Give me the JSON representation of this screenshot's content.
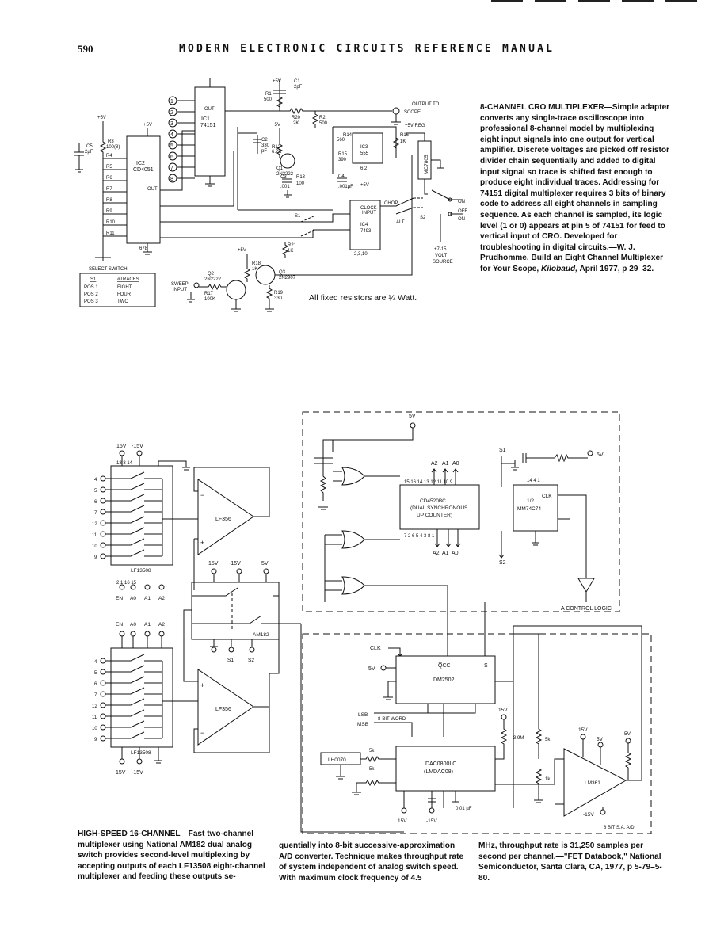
{
  "page": {
    "number": "590",
    "header": "MODERN ELECTRONIC CIRCUITS REFERENCE MANUAL"
  },
  "circuit1": {
    "note": "All fixed resistors are ¼ Watt.",
    "caption_title": "8-CHANNEL CRO MULTIPLEXER—",
    "caption_body": "Simple adapter converts any single-trace oscilloscope into professional 8-channel model by multiplexing eight input signals into one output for vertical amplifier. Discrete voltages are picked off resistor divider chain sequentially and added to digital input signal so trace is shifted fast enough to produce eight individual traces. Addressing for 74151 digital multiplexer requires 3 bits of binary code to address all eight channels in sampling sequence. As each channel is sampled, its logic level (1 or 0) appears at pin 5 of 74151 for feed to vertical input of CRO. Developed for troubleshooting in digital circuits.—W. J. Prudhomme, Build an Eight Channel Multiplexer for Your Scope, ",
    "caption_source": "Kilobaud,",
    "caption_tail": " April 1977, p 29–32.",
    "labels": {
      "v5": "+5V",
      "c1": "C1",
      "c1v": "2pF",
      "r1": "R1",
      "r1v": "500",
      "r20": "R20",
      "r20v": "2K",
      "r2": "R2",
      "r2v": "500",
      "out_scope1": "OUTPUT TO",
      "out_scope2": "SCOPE",
      "ic1": "IC1",
      "ic1p": "74151",
      "out": "OUT",
      "c2": "C2",
      "c2v": "330",
      "c2u": "pF",
      "r12": "R12",
      "r12v": "6.2K",
      "q1": "Q1",
      "q1p": "2N2222",
      "c3": "C3",
      "c3v": ".001",
      "r13": "R13",
      "r13v": "100",
      "r14": "R14",
      "r14v": "560",
      "r15": "R15",
      "r15v": "390",
      "ic3": "IC3",
      "ic3p": "555",
      "r16": "R16",
      "r16v": "1K",
      "c4": "C4",
      "c4v": ".001µF",
      "v5reg": "+5V REG",
      "reg": "MC7805",
      "c5": "C5",
      "c5v": "2µF",
      "r3": "R3",
      "r3v": "100(8)",
      "ic2": "IC2",
      "ic2p": "CD4051",
      "r4": "R4",
      "r5": "R5",
      "r6": "R6",
      "r7": "R7",
      "r8": "R8",
      "r9": "R9",
      "r10": "R10",
      "r11": "R11",
      "clk1": "CLOCK",
      "clk2": "INPUT",
      "ic4": "IC4",
      "ic4p": "7493",
      "chop": "CHOP",
      "alt": "ALT",
      "s2": "S2",
      "s1": "S1",
      "on": "ON",
      "off": "OFF",
      "src1": "+7-15",
      "src2": "VOLT",
      "src3": "SOURCE",
      "r18": "R18",
      "r18v": "1K",
      "r21": "R21",
      "r21v": "1K",
      "q2": "Q2",
      "q2p": "2N2222",
      "q3": "Q3",
      "q3p": "2N2907",
      "sweep1": "SWEEP",
      "sweep2": "INPUT",
      "r17": "R17",
      "r17v": "100K",
      "r19": "R19",
      "r19v": "330",
      "ch_inputs": [
        "1",
        "2",
        "3",
        "4",
        "5",
        "6",
        "7",
        "8"
      ],
      "pins": [
        "678",
        "2,3,10",
        "6,2"
      ]
    },
    "select_switch": {
      "title": "SELECT SWITCH",
      "headers": [
        "S1",
        "#TRACES"
      ],
      "rows": [
        [
          "POS 1",
          "EIGHT"
        ],
        [
          "POS 2",
          "FOUR"
        ],
        [
          "POS 3",
          "TWO"
        ]
      ]
    }
  },
  "circuit2": {
    "caption_title": "HIGH-SPEED 16-CHANNEL—",
    "caption_a": "Fast two-channel multiplexer using National AM182 dual analog switch provides second-level multiplexing by accepting outputs of each LF13508 eight-channel multiplexer and feeding these outputs se-",
    "caption_b": "quentially into 8-bit successive-approximation A/D converter. Technique makes throughput rate of system independent of analog switch speed. With maximum clock frequency of 4.5",
    "caption_c": "MHz, throughput rate is 31,250 samples per second per channel.—\"FET Databook,\" National Semiconductor, Santa Clara, CA, 1977, p 5-79–5-80.",
    "labels": {
      "v15": "15V",
      "vm15": "-15V",
      "v5": "5V",
      "lf13508": "LF13508",
      "lf356": "LF356",
      "am182": "AM182",
      "en": "EN",
      "a0": "A0",
      "a1": "A1",
      "a2": "A2",
      "s1": "S1",
      "s2": "S2",
      "cd4520_1": "CD4520BC",
      "cd4520_2": "(DUAL SYNCHRONOUS",
      "cd4520_3": "UP COUNTER)",
      "mm74c74": "MM74C74",
      "half": "1/2",
      "clk": "CLK",
      "control_logic": "A CONTROL LOGIC",
      "dm2502": "DM2502",
      "qcc": "Q̅CC",
      "s5": "S",
      "lsb": "LSB",
      "msb": "MSB",
      "word": "8-BIT WORD",
      "dac1": "DAC0800LC",
      "dac2": "(LMDAC08)",
      "lh0070": "LH0070",
      "r5k": "5k",
      "r39": "3.9M",
      "r1k": "1k",
      "lm361": "LM361",
      "cap001": "0.01 µF",
      "sa": "8 BIT S.A. A/D",
      "pins_mux": [
        "4",
        "5",
        "6",
        "7",
        "12",
        "11",
        "10",
        "9"
      ]
    }
  }
}
